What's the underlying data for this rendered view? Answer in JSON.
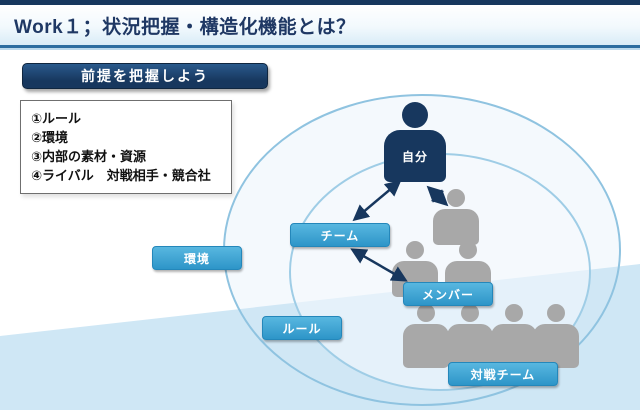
{
  "slide": {
    "title": "Work１；状況把握・構造化機能とは？",
    "header_badge": "前提を把握しよう",
    "premise_list": [
      "①ルール",
      "②環境",
      "③内部の素材・資源",
      "④ライバル　対戦相手・競合社"
    ],
    "diagram": {
      "self_label": "自分",
      "labels": {
        "team": "チーム",
        "environment": "環境",
        "member": "メンバー",
        "rule": "ルール",
        "opponent_team": "対戦チーム"
      }
    },
    "colors": {
      "navy": "#17375e",
      "title_text": "#1f3864",
      "pill_blue": "#2d95c8",
      "band_blue": "#cfe7f5",
      "ellipse_stroke": "#8fc3e0",
      "person_gray": "#a8a8a8"
    }
  }
}
